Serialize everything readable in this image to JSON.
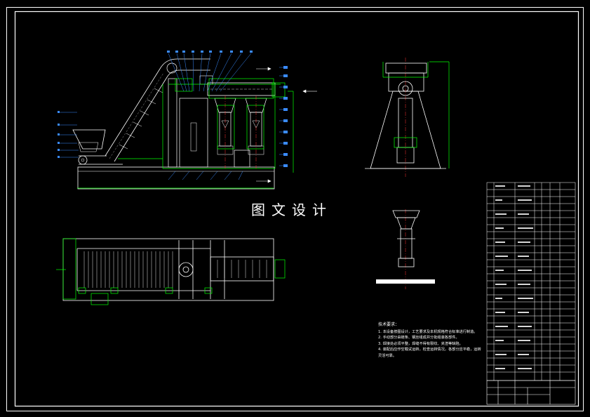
{
  "drawing": {
    "watermark": "图文设计",
    "tech_notes": {
      "title": "技术要求：",
      "items": [
        "1. 本设备按图设计，工艺要求及本机规格符合标准进行制造。",
        "2. 手动部分由链条、钢丝组成并分批组装各部件。",
        "3. 焊接处必须平整，焊缝不得有裂纹、夹渣等缺陷。",
        "4. 装配后应作空载试运转，检查运转情况，各部分应平稳，运转灵活可靠。"
      ]
    },
    "colors": {
      "background": "#000000",
      "frame": "#ffffff",
      "outline": "#00ff00",
      "leader": "#3a8bff",
      "geometry": "#ffffff",
      "center": "#ff3030",
      "accent": "#00ffff"
    }
  }
}
